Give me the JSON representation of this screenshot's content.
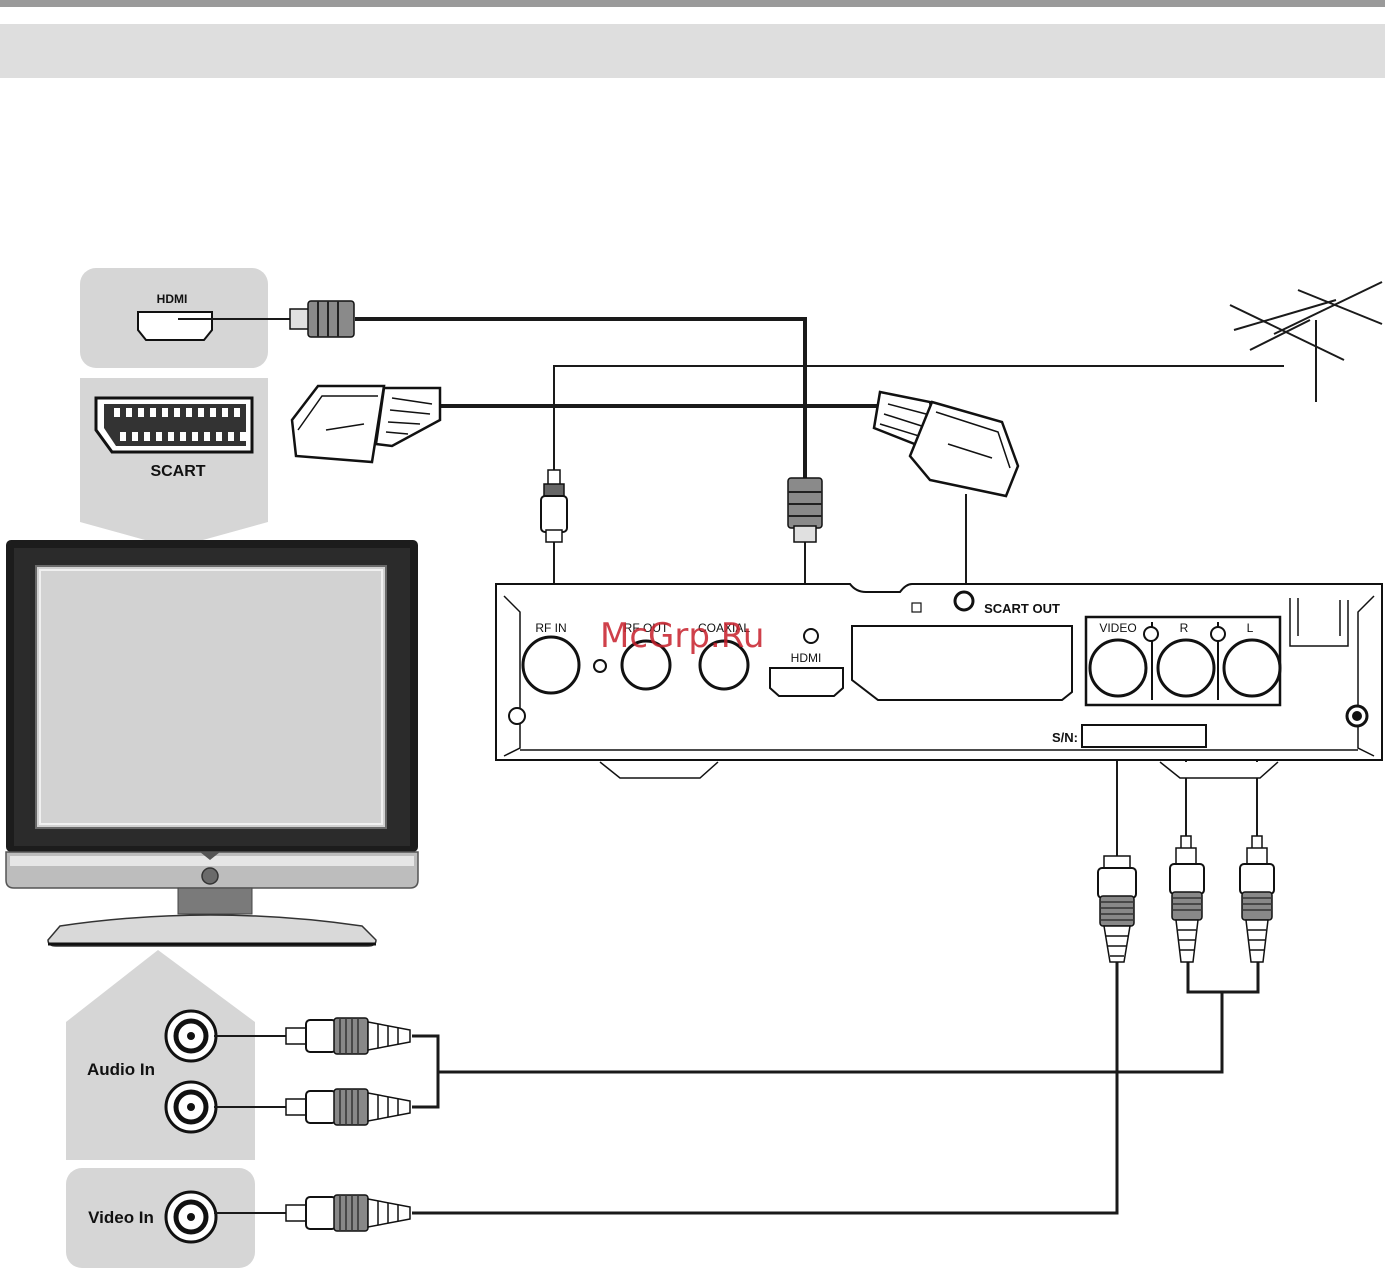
{
  "tv_ports": {
    "hdmi": "HDMI",
    "scart": "SCART",
    "audio_in": "Audio In",
    "video_in": "Video In"
  },
  "receiver_panel": {
    "rf_in": "RF IN",
    "rf_out": "RF OUT",
    "coaxial": "COAXIAL",
    "hdmi": "HDMI",
    "scart_out": "SCART OUT",
    "video": "VIDEO",
    "r": "R",
    "l": "L",
    "serial": "S/N:"
  },
  "watermark": "McGrp.Ru",
  "colors": {
    "panel_gray": "#d6d6d6",
    "line": "#1a1a1a",
    "watermark": "#c71f2b"
  }
}
